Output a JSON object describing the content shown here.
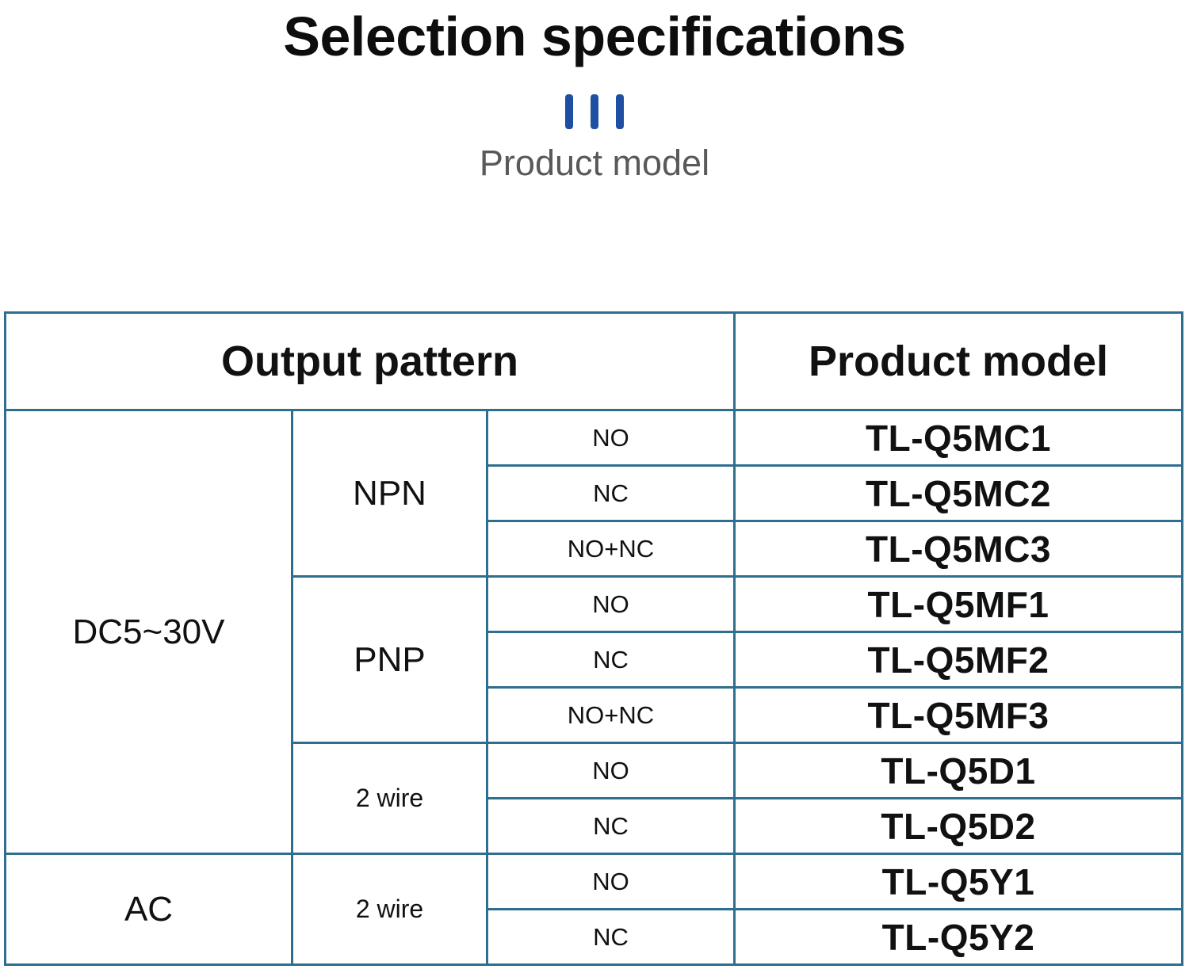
{
  "header": {
    "title": "Selection specifications",
    "subtitle": "Product model",
    "divider": {
      "icon": "three-vertical-bars-icon",
      "color": "#1F4FA0",
      "count": 3
    },
    "title_color": "#0D0D0D",
    "subtitle_color": "#595959"
  },
  "table": {
    "border_color": "#2E6E8E",
    "columns": {
      "output_pattern": "Output pattern",
      "product_model": "Product model"
    },
    "groups": [
      {
        "supply": "DC5~30V",
        "output_types": [
          {
            "type": "NPN",
            "rows": [
              {
                "contact": "NO",
                "model": "TL-Q5MC1"
              },
              {
                "contact": "NC",
                "model": "TL-Q5MC2"
              },
              {
                "contact": "NO+NC",
                "model": "TL-Q5MC3"
              }
            ]
          },
          {
            "type": "PNP",
            "rows": [
              {
                "contact": "NO",
                "model": "TL-Q5MF1"
              },
              {
                "contact": "NC",
                "model": "TL-Q5MF2"
              },
              {
                "contact": "NO+NC",
                "model": "TL-Q5MF3"
              }
            ]
          },
          {
            "type": "2 wire",
            "rows": [
              {
                "contact": "NO",
                "model": "TL-Q5D1"
              },
              {
                "contact": "NC",
                "model": "TL-Q5D2"
              }
            ]
          }
        ]
      },
      {
        "supply": "AC",
        "output_types": [
          {
            "type": "2 wire",
            "rows": [
              {
                "contact": "NO",
                "model": "TL-Q5Y1"
              },
              {
                "contact": "NC",
                "model": "TL-Q5Y2"
              }
            ]
          }
        ]
      }
    ]
  }
}
